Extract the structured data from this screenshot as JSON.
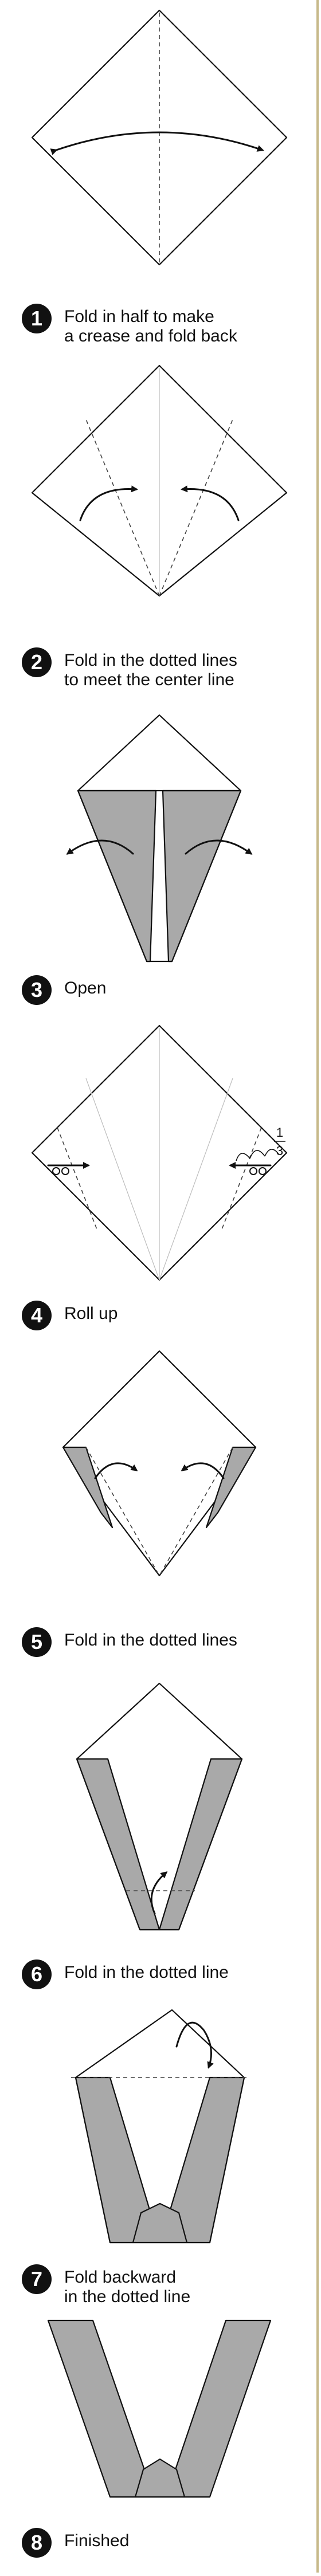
{
  "steps": [
    {
      "number": "1",
      "lines": [
        "Fold in half to make",
        "a crease and fold back"
      ]
    },
    {
      "number": "2",
      "lines": [
        "Fold in the dotted lines",
        "to meet the center line"
      ]
    },
    {
      "number": "3",
      "lines": [
        "Open"
      ]
    },
    {
      "number": "4",
      "lines": [
        "Roll up"
      ]
    },
    {
      "number": "5",
      "lines": [
        "Fold in the dotted lines"
      ]
    },
    {
      "number": "6",
      "lines": [
        "Fold in the dotted line"
      ]
    },
    {
      "number": "7",
      "lines": [
        "Fold backward",
        "in the dotted line"
      ]
    },
    {
      "number": "8",
      "lines": [
        "Finished"
      ]
    }
  ],
  "fraction": {
    "numerator": "1",
    "denominator": "3"
  },
  "colors": {
    "paper": "#ffffff",
    "shade": "#a9a9a9",
    "ink": "#111111",
    "border": "#c7b98a"
  }
}
